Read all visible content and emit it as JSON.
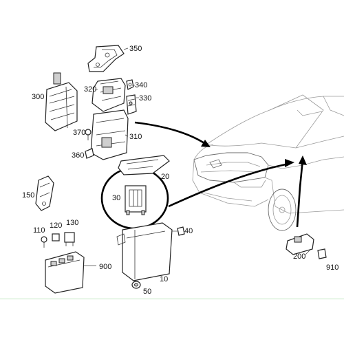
{
  "diagram": {
    "part_labels": {
      "p350": "350",
      "p340": "340",
      "p320": "320",
      "p330": "330",
      "p300": "300",
      "p370": "370",
      "p310": "310",
      "p360": "360",
      "p20": "20",
      "p150": "150",
      "p30": "30",
      "p110": "110",
      "p120": "120",
      "p130": "130",
      "p40": "40",
      "p900": "900",
      "p10": "10",
      "p50": "50",
      "p200": "200",
      "p910": "910"
    }
  }
}
